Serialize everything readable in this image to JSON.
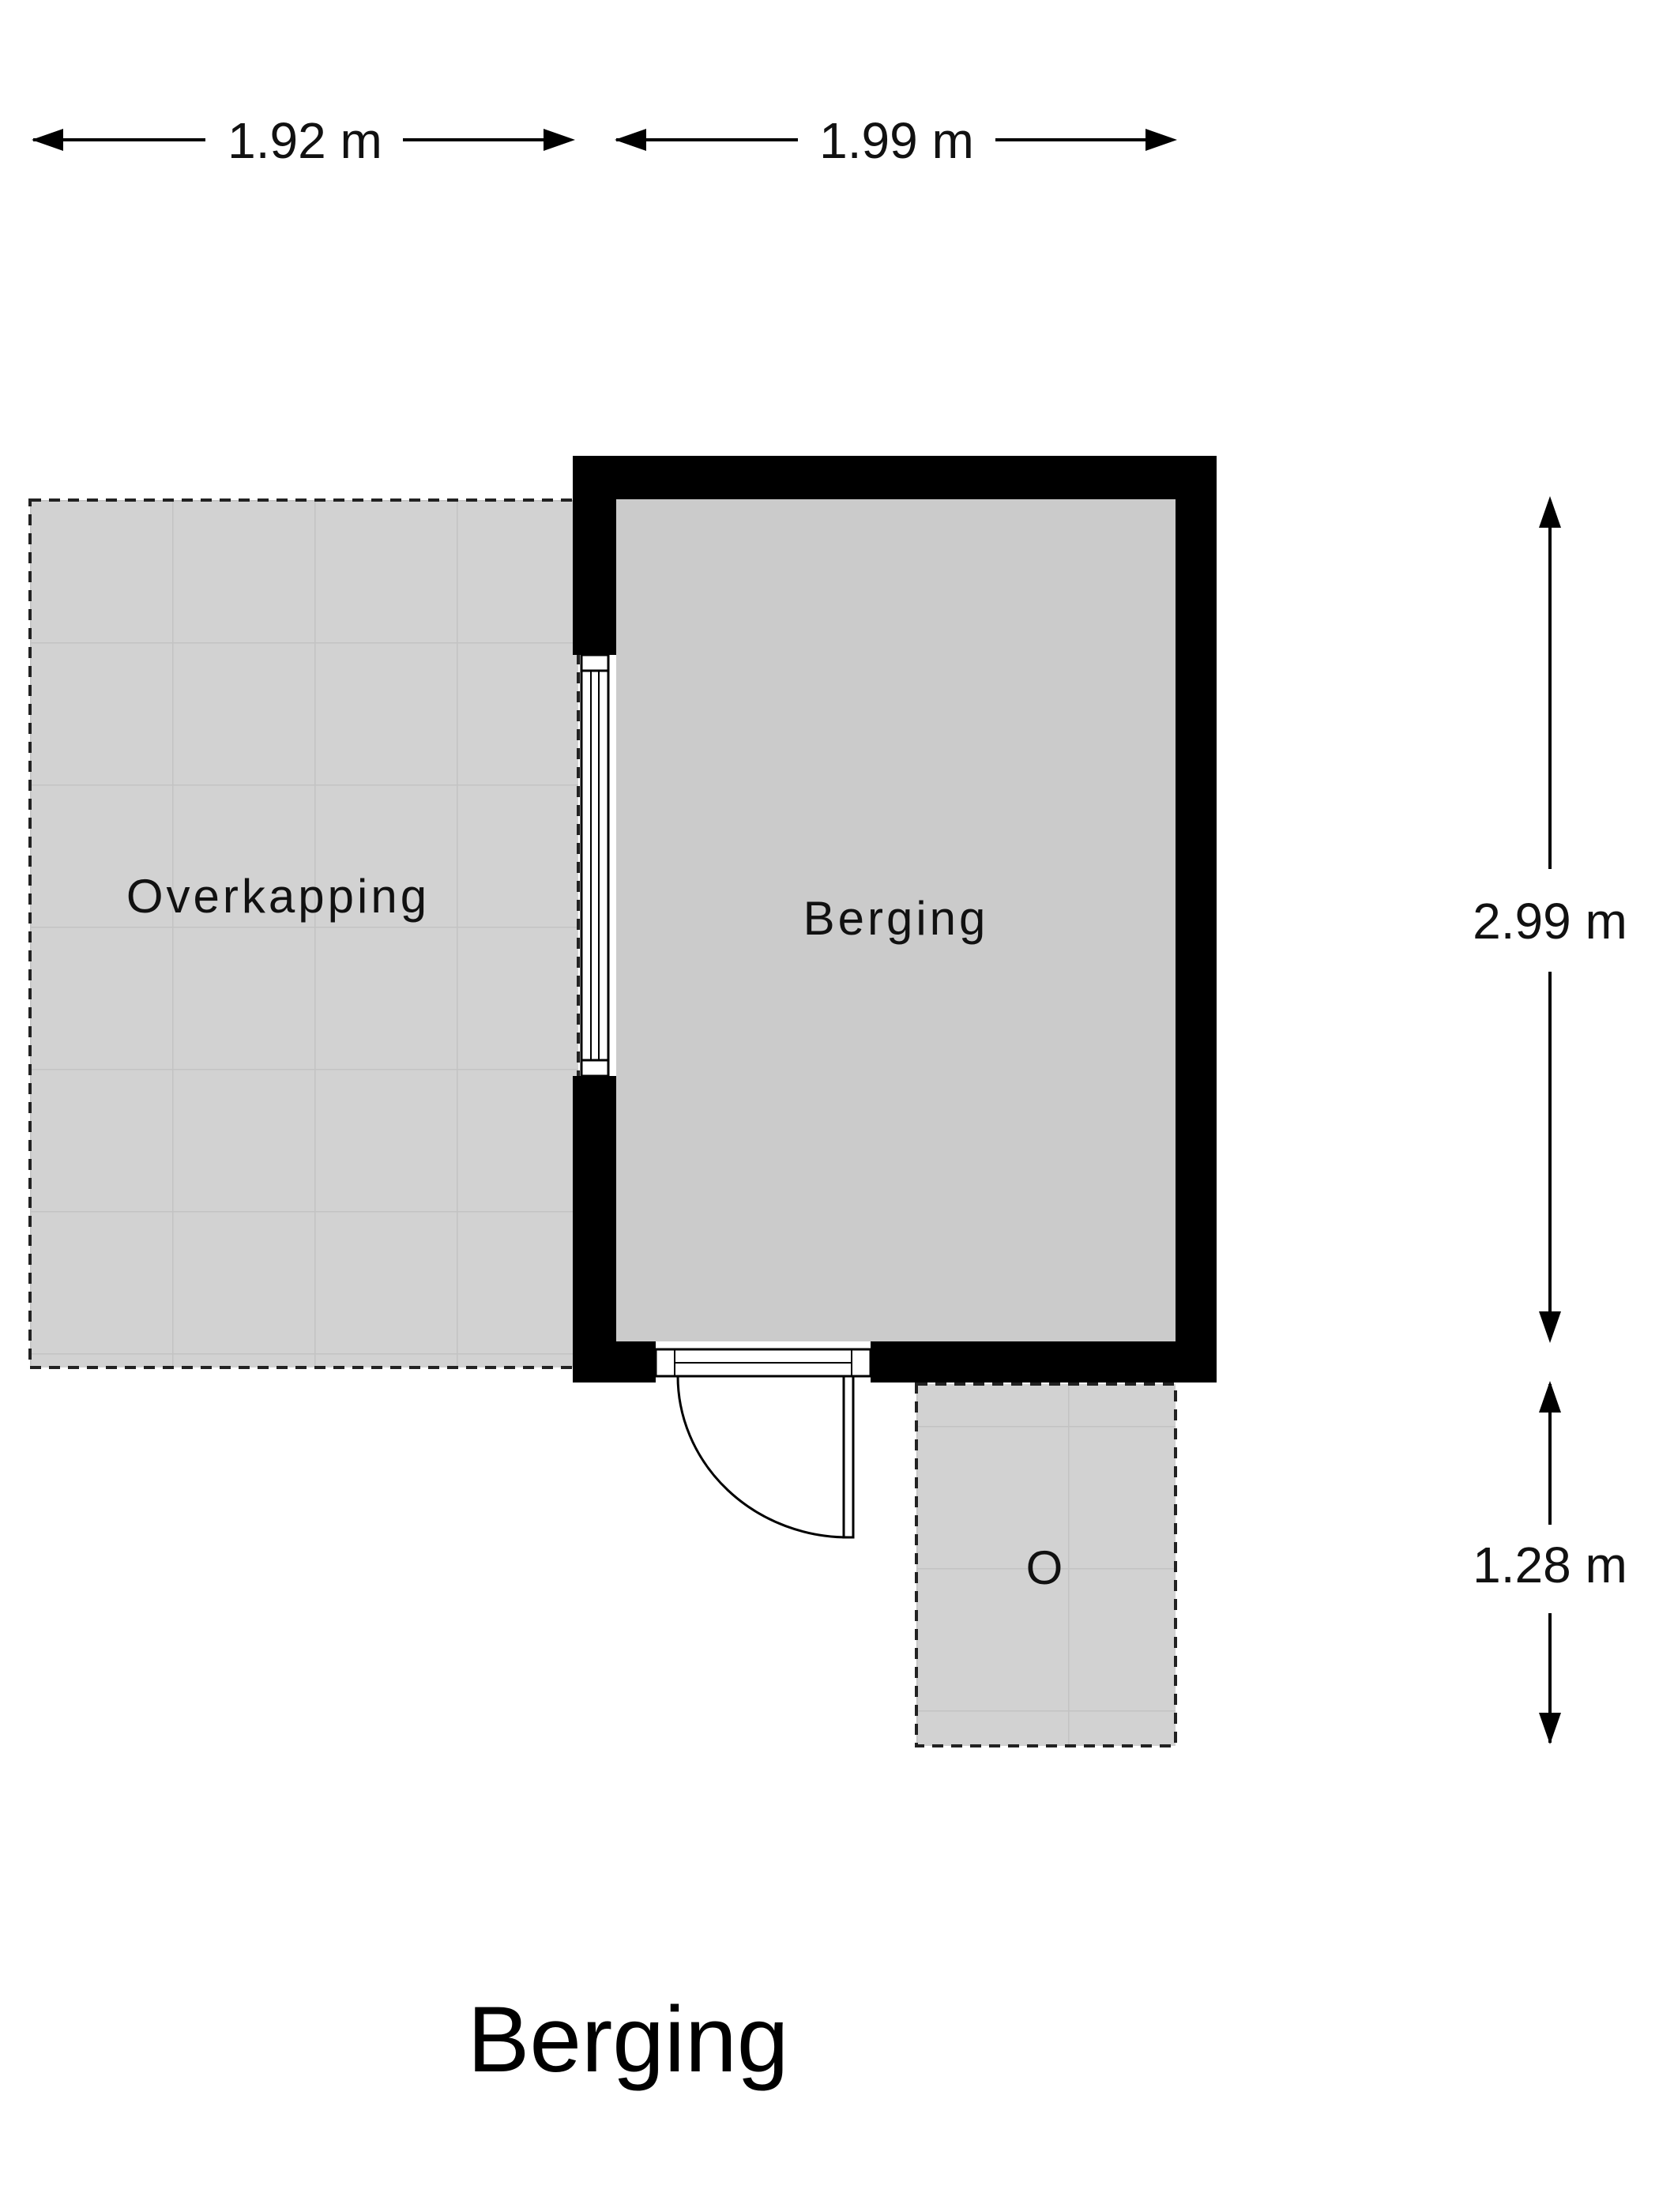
{
  "floor_title": "Berging",
  "rooms": {
    "overkapping": "Overkapping",
    "berging": "Berging",
    "outdoor": "O"
  },
  "dimensions": {
    "width_left": "1.92 m",
    "width_right": "1.99 m",
    "height_main": "2.99 m",
    "height_lower": "1.28 m"
  },
  "colors": {
    "wall": "#000000",
    "indoor_floor": "#cbcbcb",
    "outdoor_floor": "#d2d2d2",
    "tile_grid": "#c3c3c3",
    "background": "#ffffff"
  }
}
